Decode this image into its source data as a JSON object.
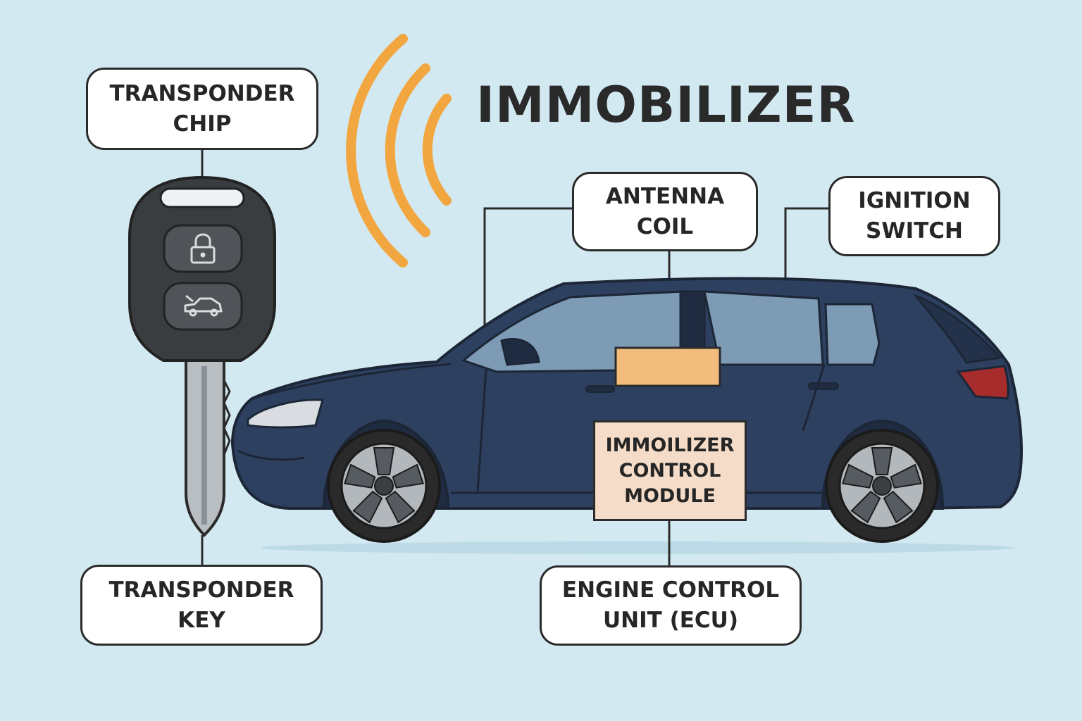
{
  "title": "IMMOBILIZER",
  "labels": {
    "transponder_chip": [
      "TRANSPONDER",
      "CHIP"
    ],
    "transponder_key": [
      "TRANSPONDER",
      "KEY"
    ],
    "antenna_coil": [
      "ANTENNA",
      "COIL"
    ],
    "ignition_switch": [
      "IGNITION",
      "SWITCH"
    ],
    "ecu": [
      "ENGINE CONTROL",
      "UNIT (ECU)"
    ],
    "control_module": [
      "IMMOILIZER",
      "CONTROL",
      "MODULE"
    ]
  },
  "colors": {
    "background": "#d3e9f2",
    "car_body": "#2d4060",
    "key_fob": "#3a3d40",
    "signal_waves": "#f2a640",
    "antenna_coil": "#f2bd7c",
    "control_module": "#f5dcc8",
    "tail_light": "#a72c2c"
  },
  "icons": [
    "lock-icon",
    "car-trunk-icon",
    "signal-waves-icon"
  ]
}
